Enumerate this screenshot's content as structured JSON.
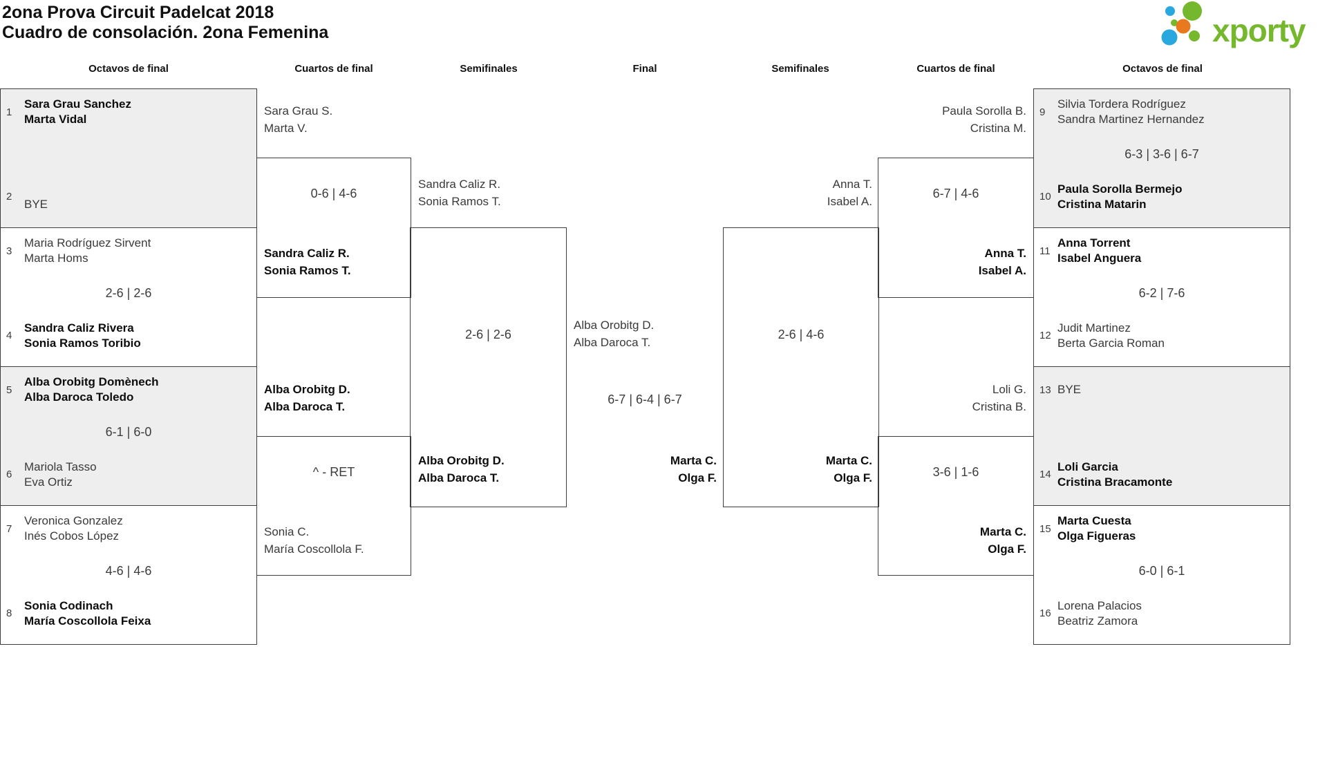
{
  "header": {
    "title_line1": "2ona Prova Circuit Padelcat 2018",
    "title_line2": "Cuadro de consolación. 2ona Femenina"
  },
  "logo": {
    "text": "xporty",
    "green": "#76b82d",
    "blue": "#29a8e0",
    "orange": "#e8791e"
  },
  "round_headers": {
    "left_octavos": "Octavos de final",
    "left_cuartos": "Cuartos de final",
    "left_semis": "Semifinales",
    "final": "Final",
    "right_semis": "Semifinales",
    "right_cuartos": "Cuartos de final",
    "right_octavos": "Octavos de final"
  },
  "octavos_left": [
    {
      "seed_top": "1",
      "top": [
        "Sara Grau Sanchez",
        "Marta Vidal"
      ],
      "score": "",
      "seed_bottom": "2",
      "bottom": [
        "BYE"
      ]
    },
    {
      "seed_top": "3",
      "top": [
        "Maria Rodríguez Sirvent",
        "Marta Homs"
      ],
      "score": "2-6 | 2-6",
      "seed_bottom": "4",
      "bottom": [
        "Sandra Caliz Rivera",
        "Sonia Ramos Toribio"
      ]
    },
    {
      "seed_top": "5",
      "top": [
        "Alba Orobitg Domènech",
        "Alba Daroca Toledo"
      ],
      "score": "6-1 | 6-0",
      "seed_bottom": "6",
      "bottom": [
        "Mariola Tasso",
        "Eva Ortiz"
      ]
    },
    {
      "seed_top": "7",
      "top": [
        "Veronica Gonzalez",
        "Inés Cobos López"
      ],
      "score": "4-6 | 4-6",
      "seed_bottom": "8",
      "bottom": [
        "Sonia Codinach",
        "María Coscollola Feixa"
      ]
    }
  ],
  "octavos_right": [
    {
      "seed_top": "9",
      "top": [
        "Silvia Tordera Rodríguez",
        "Sandra Martinez Hernandez"
      ],
      "score": "6-3 | 3-6 | 6-7",
      "seed_bottom": "10",
      "bottom": [
        "Paula Sorolla Bermejo",
        "Cristina Matarin"
      ]
    },
    {
      "seed_top": "11",
      "top": [
        "Anna Torrent",
        "Isabel Anguera"
      ],
      "score": "6-2 | 7-6",
      "seed_bottom": "12",
      "bottom": [
        "Judit Martinez",
        "Berta Garcia Roman"
      ]
    },
    {
      "seed_top": "13",
      "top": [
        "BYE"
      ],
      "score": "",
      "seed_bottom": "14",
      "bottom": [
        "Loli Garcia",
        "Cristina Bracamonte"
      ]
    },
    {
      "seed_top": "15",
      "top": [
        "Marta Cuesta",
        "Olga Figueras"
      ],
      "score": "6-0 | 6-1",
      "seed_bottom": "16",
      "bottom": [
        "Lorena Palacios",
        "Beatriz Zamora"
      ]
    }
  ],
  "cuartos_left": [
    {
      "top": [
        "Sara Grau S.",
        "Marta V."
      ],
      "score": "0-6 | 4-6",
      "bottom": [
        "Sandra Caliz R.",
        "Sonia Ramos T."
      ]
    },
    {
      "top": [
        "Alba Orobitg D.",
        "Alba Daroca T."
      ],
      "score": "^ - RET",
      "bottom": [
        "Sonia C.",
        "María Coscollola F."
      ]
    }
  ],
  "cuartos_right": [
    {
      "top": [
        "Paula Sorolla B.",
        "Cristina M."
      ],
      "score": "6-7 | 4-6",
      "bottom": [
        "Anna T.",
        "Isabel A."
      ]
    },
    {
      "top": [
        "Loli G.",
        "Cristina B."
      ],
      "score": "3-6 | 1-6",
      "bottom": [
        "Marta C.",
        "Olga F."
      ]
    }
  ],
  "semis_left": {
    "top": [
      "Sandra Caliz R.",
      "Sonia Ramos T."
    ],
    "score": "2-6 | 2-6",
    "bottom": [
      "Alba Orobitg D.",
      "Alba Daroca T."
    ]
  },
  "semis_right": {
    "top": [
      "Anna T.",
      "Isabel A."
    ],
    "score": "2-6 | 4-6",
    "bottom": [
      "Marta C.",
      "Olga F."
    ]
  },
  "final": {
    "top": [
      "Alba Orobitg D.",
      "Alba Daroca T."
    ],
    "score": "6-7 | 6-4 | 6-7",
    "bottom": [
      "Marta C.",
      "Olga F."
    ]
  }
}
